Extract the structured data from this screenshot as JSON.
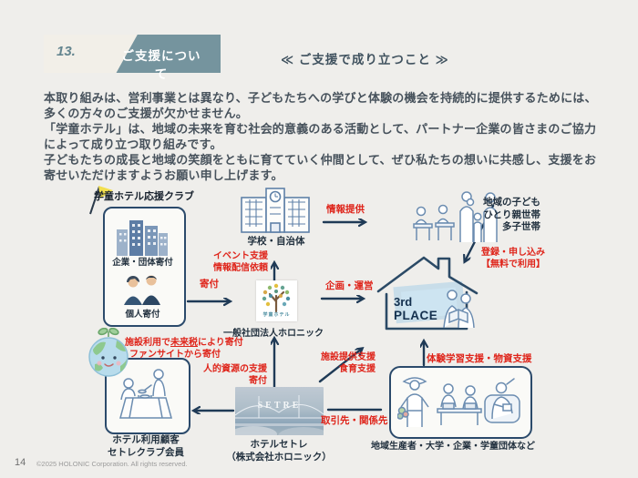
{
  "colors": {
    "background": "#efeeeb",
    "accent_teal": "#75949e",
    "arrow_navy": "#1f3a56",
    "red_label": "#df241a",
    "icon_blue": "#6b8cb0"
  },
  "header": {
    "slide_number": "13.",
    "title": "ご支援について",
    "subtitle": "≪ ご支援で成り立つこと ≫"
  },
  "intro": {
    "lines": [
      "本取り組みは、営利事業とは異なり、子どもたちへの学びと体験の機会を持続的に提供するためには、",
      "多くの方々のご支援が欠かせません。",
      "「学童ホテル」は、地域の未来を育む社会的意義のある活動として、パートナー企業の皆さまのご協力",
      "によって成り立つ取り組みです。",
      "子どもたちの成長と地域の笑顔をともに育てていく仲間として、ぜひ私たちの想いに共感し、支援をお",
      "寄せいただけますようお願い申し上げます。"
    ]
  },
  "diagram": {
    "support_club": {
      "title": "学童ホテル応援クラブ",
      "corporate_label": "企業・団体寄付",
      "individual_label": "個人寄付"
    },
    "school_label": "学校・自治体",
    "info_provide_label": "情報提供",
    "community_lines": [
      "地域の子ども",
      "ひとり親世帯",
      "多子世帯"
    ],
    "register_lines": [
      "登録・申し込み",
      "【無料で利用】"
    ],
    "event_lines": [
      "イベント支援",
      "情報配信依頼"
    ],
    "donation_label": "寄付",
    "foundation": {
      "logo_text": "学童ホテル",
      "label": "一般社団法人ホロニック"
    },
    "plan_label": "企画・運営",
    "third_place": {
      "line1": "3rd",
      "line2": "PLACE"
    },
    "hr_lines": [
      "人的資源の支援",
      "寄付"
    ],
    "facility_lines": [
      "施設提供支援",
      "食育支援"
    ],
    "experience_label": "体験学習支援・物資支援",
    "hotel": {
      "photo_text": "SETRE",
      "name": "ホテルセトレ",
      "company": "（株式会社ホロニック）"
    },
    "partners_label": "取引先・関係先",
    "customers_lines": [
      "ホテル利用顧客",
      "セトレクラブ会員"
    ],
    "future_tax": {
      "pre": "施設利用で",
      "em": "未来税",
      "post": "により寄付",
      "line2": "ファンサイトから寄付"
    },
    "producers_label": "地域生産者・大学・企業・学童団体など"
  },
  "footer": {
    "page_number": "14",
    "copyright": "©2025 HOLONIC Corporation. All rights reserved."
  }
}
